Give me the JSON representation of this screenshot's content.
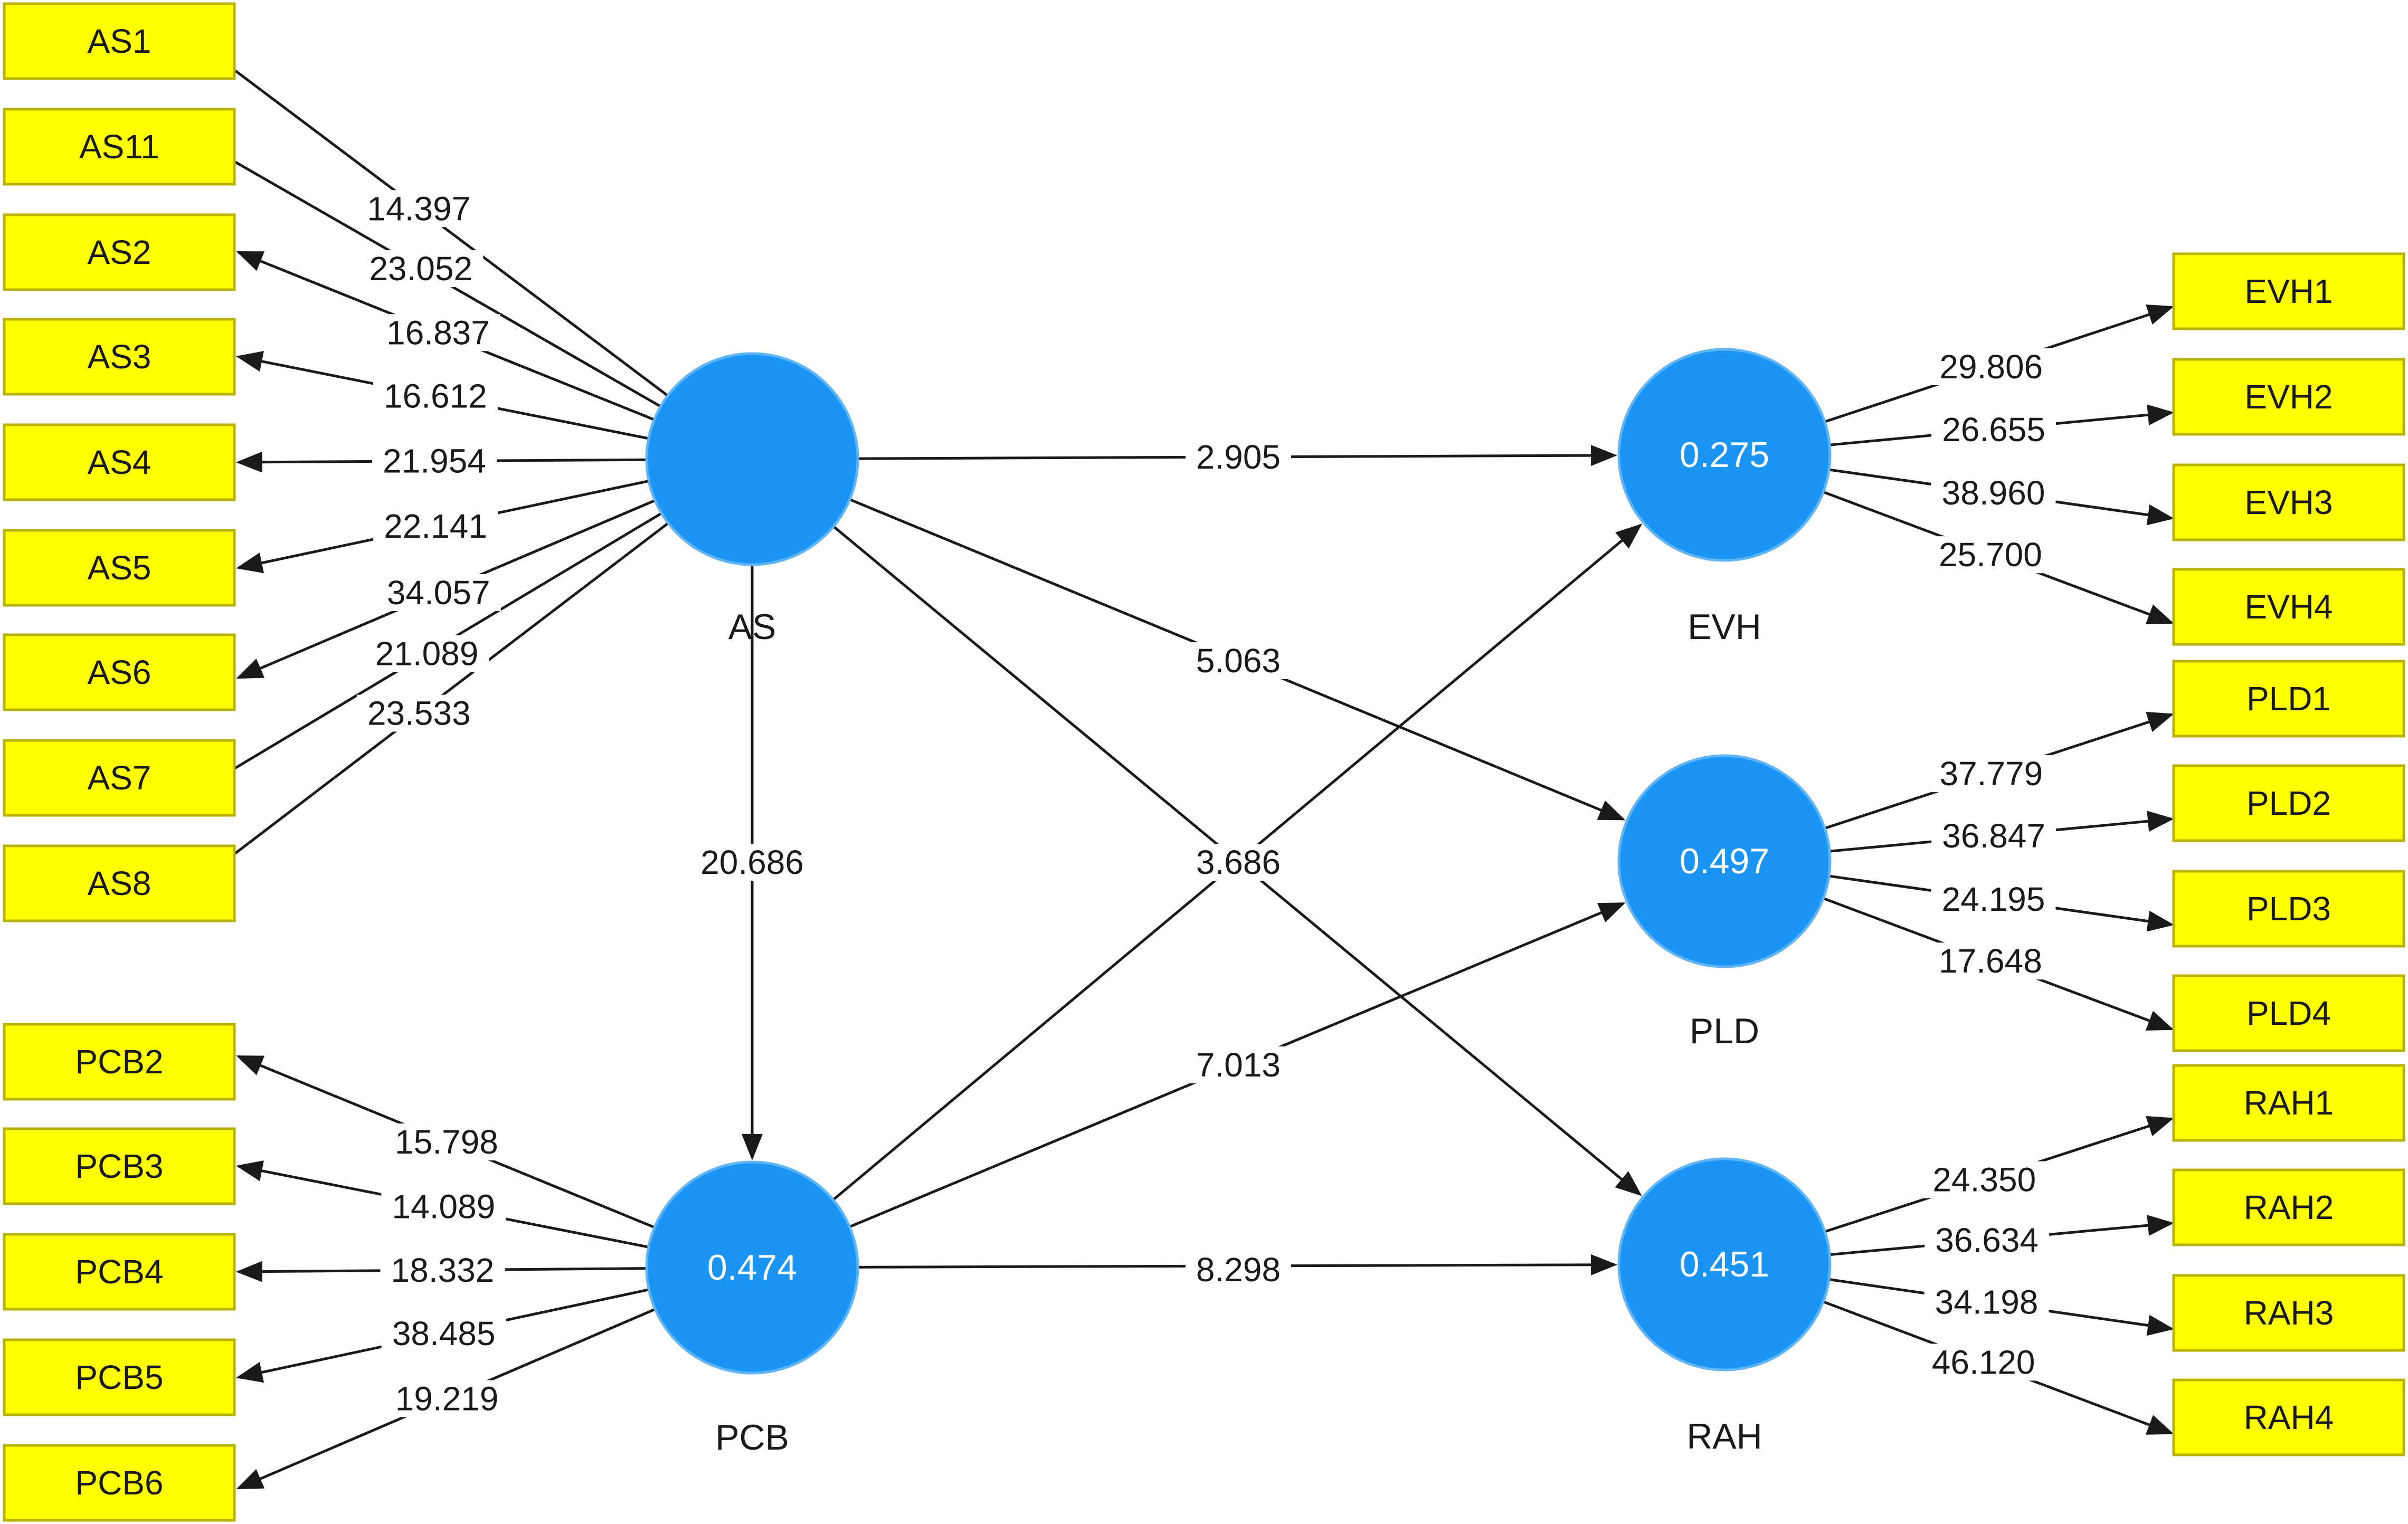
{
  "constructs": [
    {
      "id": "AS",
      "label": "AS",
      "r2": ""
    },
    {
      "id": "PCB",
      "label": "PCB",
      "r2": "0.474"
    },
    {
      "id": "EVH",
      "label": "EVH",
      "r2": "0.275"
    },
    {
      "id": "PLD",
      "label": "PLD",
      "r2": "0.497"
    },
    {
      "id": "RAH",
      "label": "RAH",
      "r2": "0.451"
    }
  ],
  "indicators": [
    {
      "id": "AS1",
      "construct": "AS",
      "value": "14.397"
    },
    {
      "id": "AS11",
      "construct": "AS",
      "value": "23.052"
    },
    {
      "id": "AS2",
      "construct": "AS",
      "value": "16.837"
    },
    {
      "id": "AS3",
      "construct": "AS",
      "value": "16.612"
    },
    {
      "id": "AS4",
      "construct": "AS",
      "value": "21.954"
    },
    {
      "id": "AS5",
      "construct": "AS",
      "value": "22.141"
    },
    {
      "id": "AS6",
      "construct": "AS",
      "value": "34.057"
    },
    {
      "id": "AS7",
      "construct": "AS",
      "value": "21.089"
    },
    {
      "id": "AS8",
      "construct": "AS",
      "value": "23.533"
    },
    {
      "id": "PCB2",
      "construct": "PCB",
      "value": "15.798"
    },
    {
      "id": "PCB3",
      "construct": "PCB",
      "value": "14.089"
    },
    {
      "id": "PCB4",
      "construct": "PCB",
      "value": "18.332"
    },
    {
      "id": "PCB5",
      "construct": "PCB",
      "value": "38.485"
    },
    {
      "id": "PCB6",
      "construct": "PCB",
      "value": "19.219"
    },
    {
      "id": "EVH1",
      "construct": "EVH",
      "value": "29.806"
    },
    {
      "id": "EVH2",
      "construct": "EVH",
      "value": "26.655"
    },
    {
      "id": "EVH3",
      "construct": "EVH",
      "value": "38.960"
    },
    {
      "id": "EVH4",
      "construct": "EVH",
      "value": "25.700"
    },
    {
      "id": "PLD1",
      "construct": "PLD",
      "value": "37.779"
    },
    {
      "id": "PLD2",
      "construct": "PLD",
      "value": "36.847"
    },
    {
      "id": "PLD3",
      "construct": "PLD",
      "value": "24.195"
    },
    {
      "id": "PLD4",
      "construct": "PLD",
      "value": "17.648"
    },
    {
      "id": "RAH1",
      "construct": "RAH",
      "value": "24.350"
    },
    {
      "id": "RAH2",
      "construct": "RAH",
      "value": "36.634"
    },
    {
      "id": "RAH3",
      "construct": "RAH",
      "value": "34.198"
    },
    {
      "id": "RAH4",
      "construct": "RAH",
      "value": "46.120"
    }
  ],
  "paths": [
    {
      "from": "AS",
      "to": "EVH",
      "value": "2.905"
    },
    {
      "from": "AS",
      "to": "PLD",
      "value": "5.063"
    },
    {
      "from": "AS",
      "to": "RAH",
      "value": "3.686"
    },
    {
      "from": "AS",
      "to": "PCB",
      "value": "20.686"
    },
    {
      "from": "PCB",
      "to": "EVH",
      "value": ""
    },
    {
      "from": "PCB",
      "to": "PLD",
      "value": "7.013"
    },
    {
      "from": "PCB",
      "to": "RAH",
      "value": "8.298"
    }
  ],
  "colors": {
    "indicator_fill": "#ffff00",
    "construct_fill": "#1a94f5"
  }
}
